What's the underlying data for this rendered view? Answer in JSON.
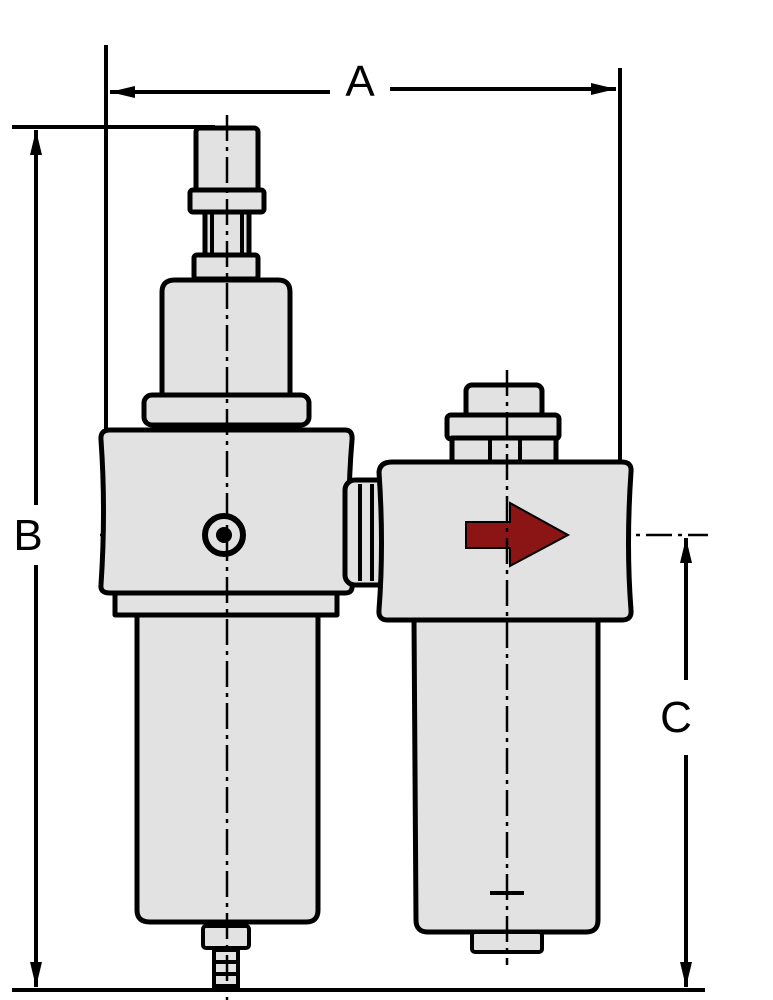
{
  "dimensions": {
    "a_label": "A",
    "b_label": "B",
    "c_label": "C"
  },
  "colors": {
    "body_fill": "#e2e2e2",
    "outline": "#000000",
    "flow_arrow": "#8b1414",
    "background": "#ffffff"
  },
  "icons": {
    "flow_direction": "flow-arrow-icon",
    "gauge_port": "gauge-port-icon"
  }
}
